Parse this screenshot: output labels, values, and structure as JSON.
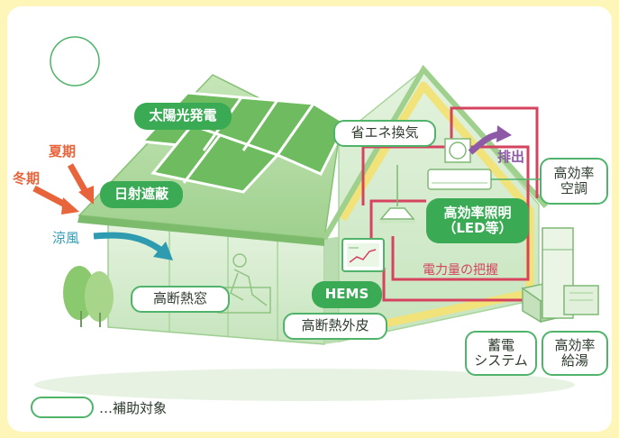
{
  "labels": {
    "solar": "太陽光発電",
    "shade": "日射遮蔽",
    "ventilation": "省エネ換気",
    "exhaust": "排出",
    "aircon": "高効率\n空調",
    "lighting": "高効率照明\n（LED等）",
    "power_monitor": "電力量の把握",
    "hems": "HEMS",
    "window": "高断熱窓",
    "envelope": "高断熱外皮",
    "storage": "蓄電\nシステム",
    "water_heater": "高効率\n給湯",
    "summer": "夏期",
    "winter": "冬期",
    "cool_breeze": "涼風"
  },
  "legend": {
    "text": "…補助対象"
  },
  "colors": {
    "green": "#3aaa55",
    "outline_green": "#4fb36a",
    "house_green": "#cfe9c6",
    "wall_yellow": "#f2e27a",
    "wiring_red": "#d6435f",
    "sun_arrow": "#e8643a",
    "wind_arrow": "#2e9bb0",
    "exhaust_arrow": "#8e5aa6",
    "background": "#fef6b8"
  }
}
